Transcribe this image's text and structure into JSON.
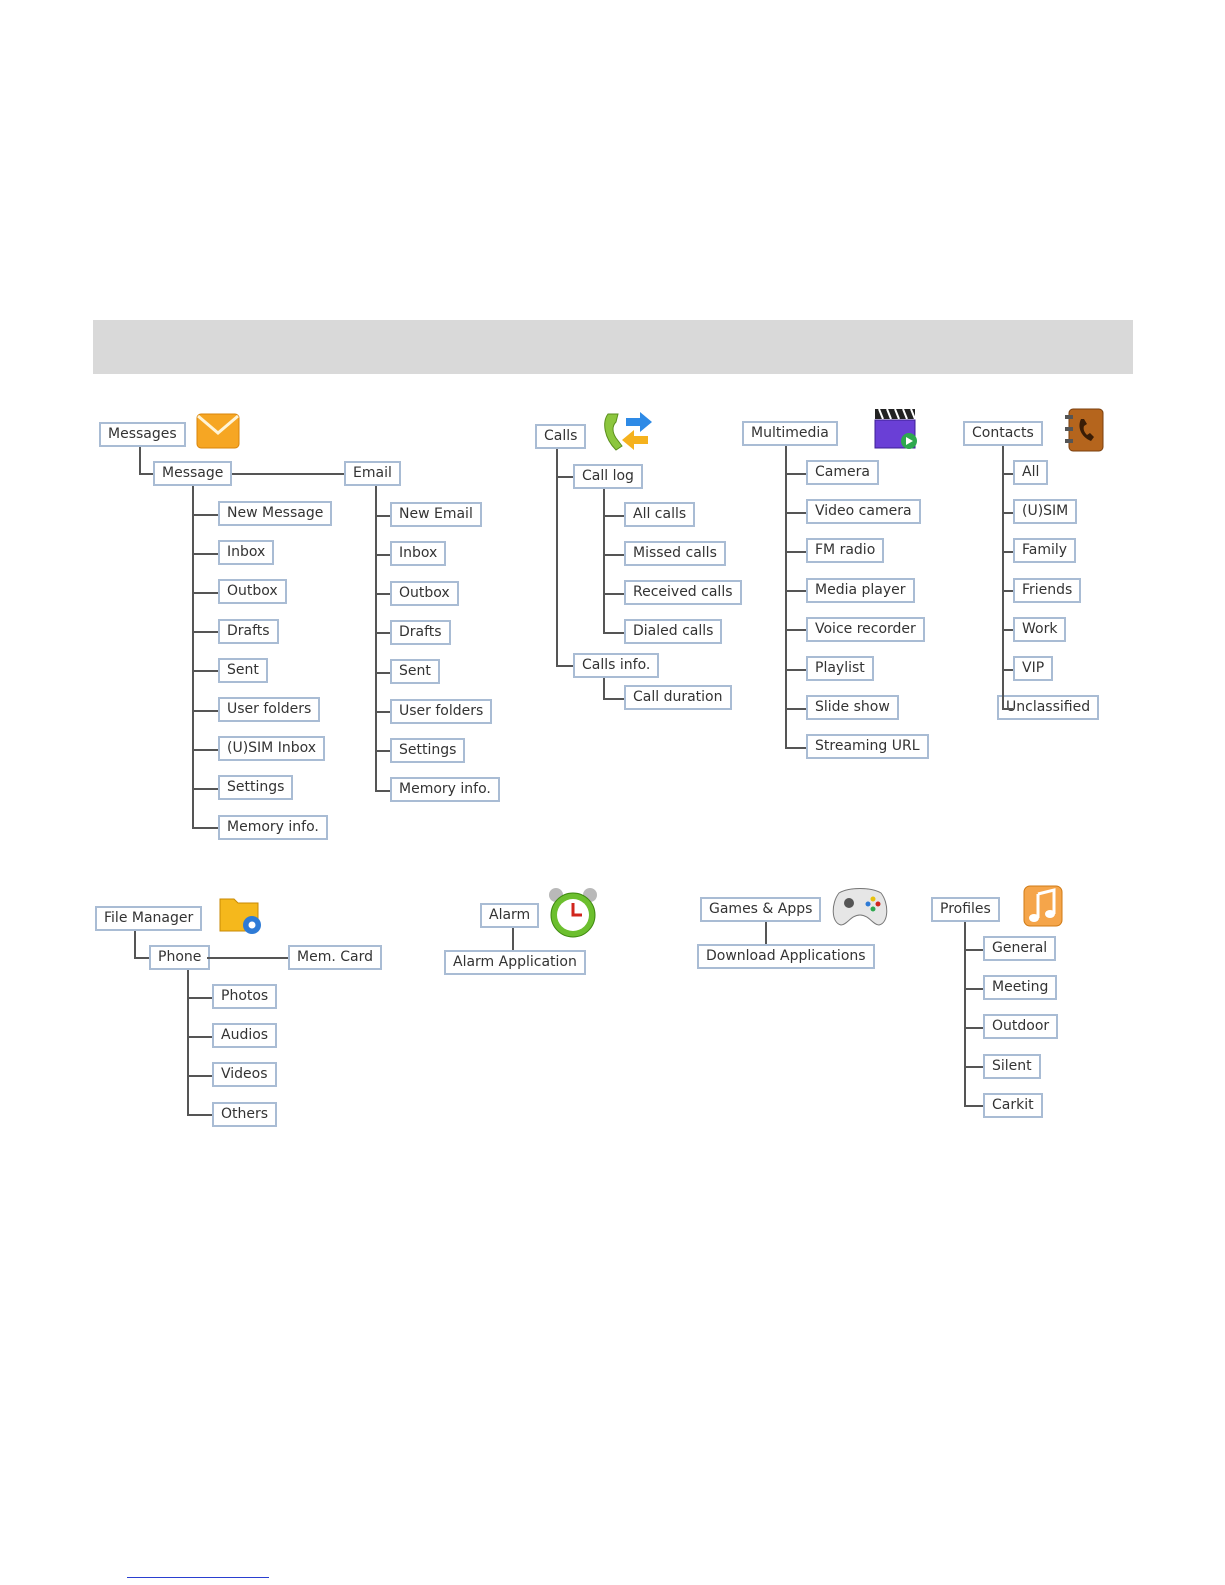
{
  "colors": {
    "node_border": "#a9bcd4",
    "connector": "#555555",
    "header_bar": "#d9d9d9"
  },
  "trees": [
    {
      "label": "Messages",
      "icon": "envelope-icon",
      "branches": [
        {
          "label": "Message",
          "children": [
            "New Message",
            "Inbox",
            "Outbox",
            "Drafts",
            "Sent",
            "User folders",
            "(U)SIM Inbox",
            "Settings",
            "Memory info."
          ]
        },
        {
          "label": "Email",
          "children": [
            "New Email",
            "Inbox",
            "Outbox",
            "Drafts",
            "Sent",
            "User folders",
            "Settings",
            "Memory info."
          ]
        }
      ]
    },
    {
      "label": "Calls",
      "icon": "phone-arrows-icon",
      "branches": [
        {
          "label": "Call log",
          "children": [
            "All calls",
            "Missed calls",
            "Received calls",
            "Dialed calls"
          ]
        },
        {
          "label": "Calls info.",
          "children": [
            "Call duration"
          ]
        }
      ]
    },
    {
      "label": "Multimedia",
      "icon": "clapperboard-icon",
      "children": [
        "Camera",
        "Video camera",
        "FM radio",
        "Media player",
        "Voice recorder",
        "Playlist",
        "Slide show",
        "Streaming URL"
      ]
    },
    {
      "label": "Contacts",
      "icon": "address-book-icon",
      "children": [
        "All",
        "(U)SIM",
        "Family",
        "Friends",
        "Work",
        "VIP",
        "Unclassified"
      ]
    },
    {
      "label": "File Manager",
      "icon": "folder-gear-icon",
      "branches": [
        {
          "label": "Phone",
          "children": [
            "Photos",
            "Audios",
            "Videos",
            "Others"
          ]
        },
        {
          "label": "Mem. Card",
          "children": []
        }
      ]
    },
    {
      "label": "Alarm",
      "icon": "alarm-clock-icon",
      "children": [
        "Alarm Application"
      ]
    },
    {
      "label": "Games & Apps",
      "icon": "gamepad-icon",
      "children": [
        "Download Applications"
      ]
    },
    {
      "label": "Profiles",
      "icon": "music-note-icon",
      "children": [
        "General",
        "Meeting",
        "Outdoor",
        "Silent",
        "Carkit"
      ]
    }
  ]
}
